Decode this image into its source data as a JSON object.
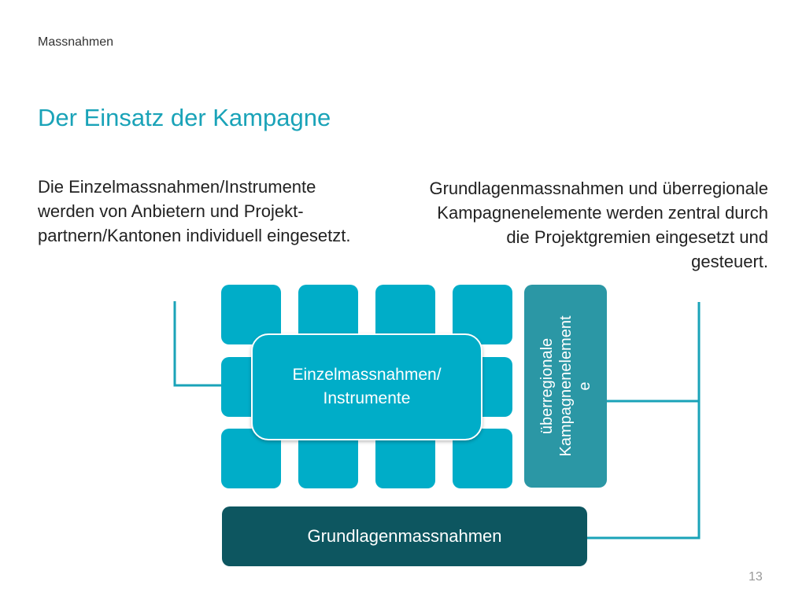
{
  "header": {
    "breadcrumb": "Massnahmen",
    "title": "Der Einsatz der Kampagne"
  },
  "left_text": "Die Einzelmassnahmen/Instrumente werden von Anbietern und Projekt-partnern/Kantonen individuell eingesetzt.",
  "right_text": "Grundlagenmassnahmen und überregionale Kampagnenelemente werden zentral durch die Projektgremien eingesetzt und gesteuert.",
  "diagram": {
    "center_label_line1": "Einzelmassnahmen/",
    "center_label_line2": "Instrumente",
    "vertical_label": "überregionale\nKampagnenelement\ne",
    "base_label": "Grundlagenmassnahmen"
  },
  "colors": {
    "title": "#1aa3b8",
    "tile": "#00adc8",
    "vertical": "#2b97a5",
    "base": "#0d5660",
    "connector": "#1aa3b8"
  },
  "page_number": "13"
}
